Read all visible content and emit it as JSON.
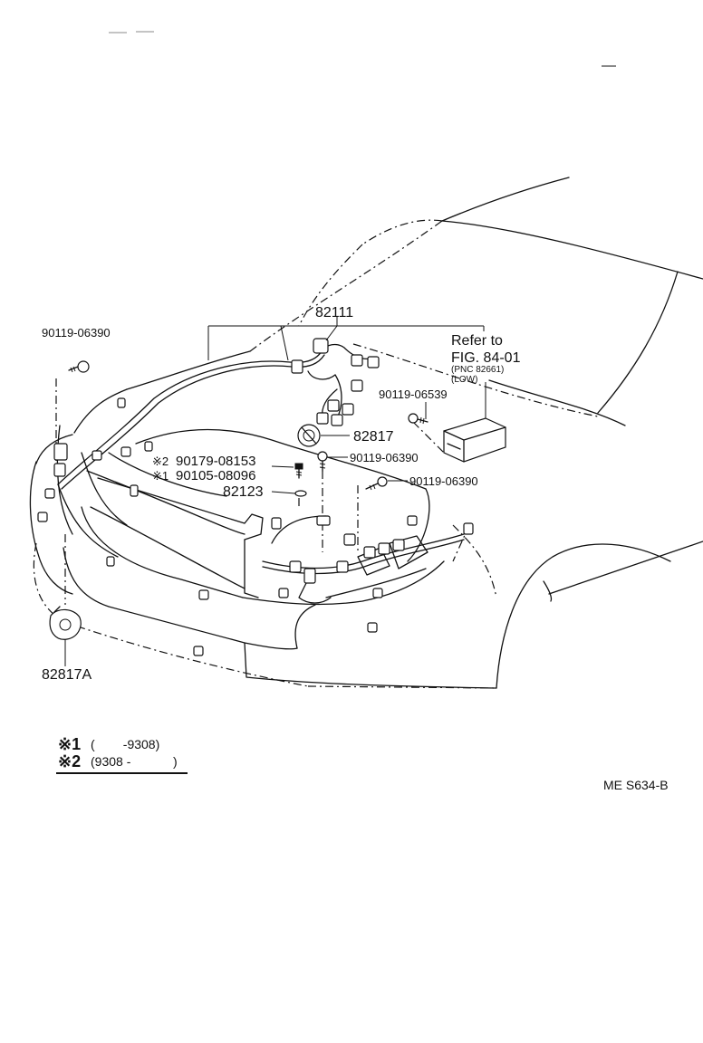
{
  "diagram": {
    "labels": {
      "harness": "82111",
      "refer_line1": "Refer to",
      "refer_line2": "FIG. 84-01",
      "refer_pnc": "(PNC 82661)",
      "refer_low": "(LOW)",
      "bolt_top_left": "90119-06390",
      "bolt_06539": "90119-06539",
      "clamp_82817": "82817",
      "bolt_mid": "90119-06390",
      "bolt_right": "90119-06390",
      "bolt_alt2_mark": "※2",
      "bolt_alt2": "90179-08153",
      "bolt_alt1_mark": "※1",
      "bolt_alt1": "90105-08096",
      "clip_82123": "82123",
      "clamp_82817a": "82817A"
    },
    "legend": {
      "row1_mark": "※1",
      "row1_range": "(        -9308)",
      "row2_mark": "※2",
      "row2_range": "(9308 -            )"
    },
    "figure_code": "ME S634-B"
  }
}
